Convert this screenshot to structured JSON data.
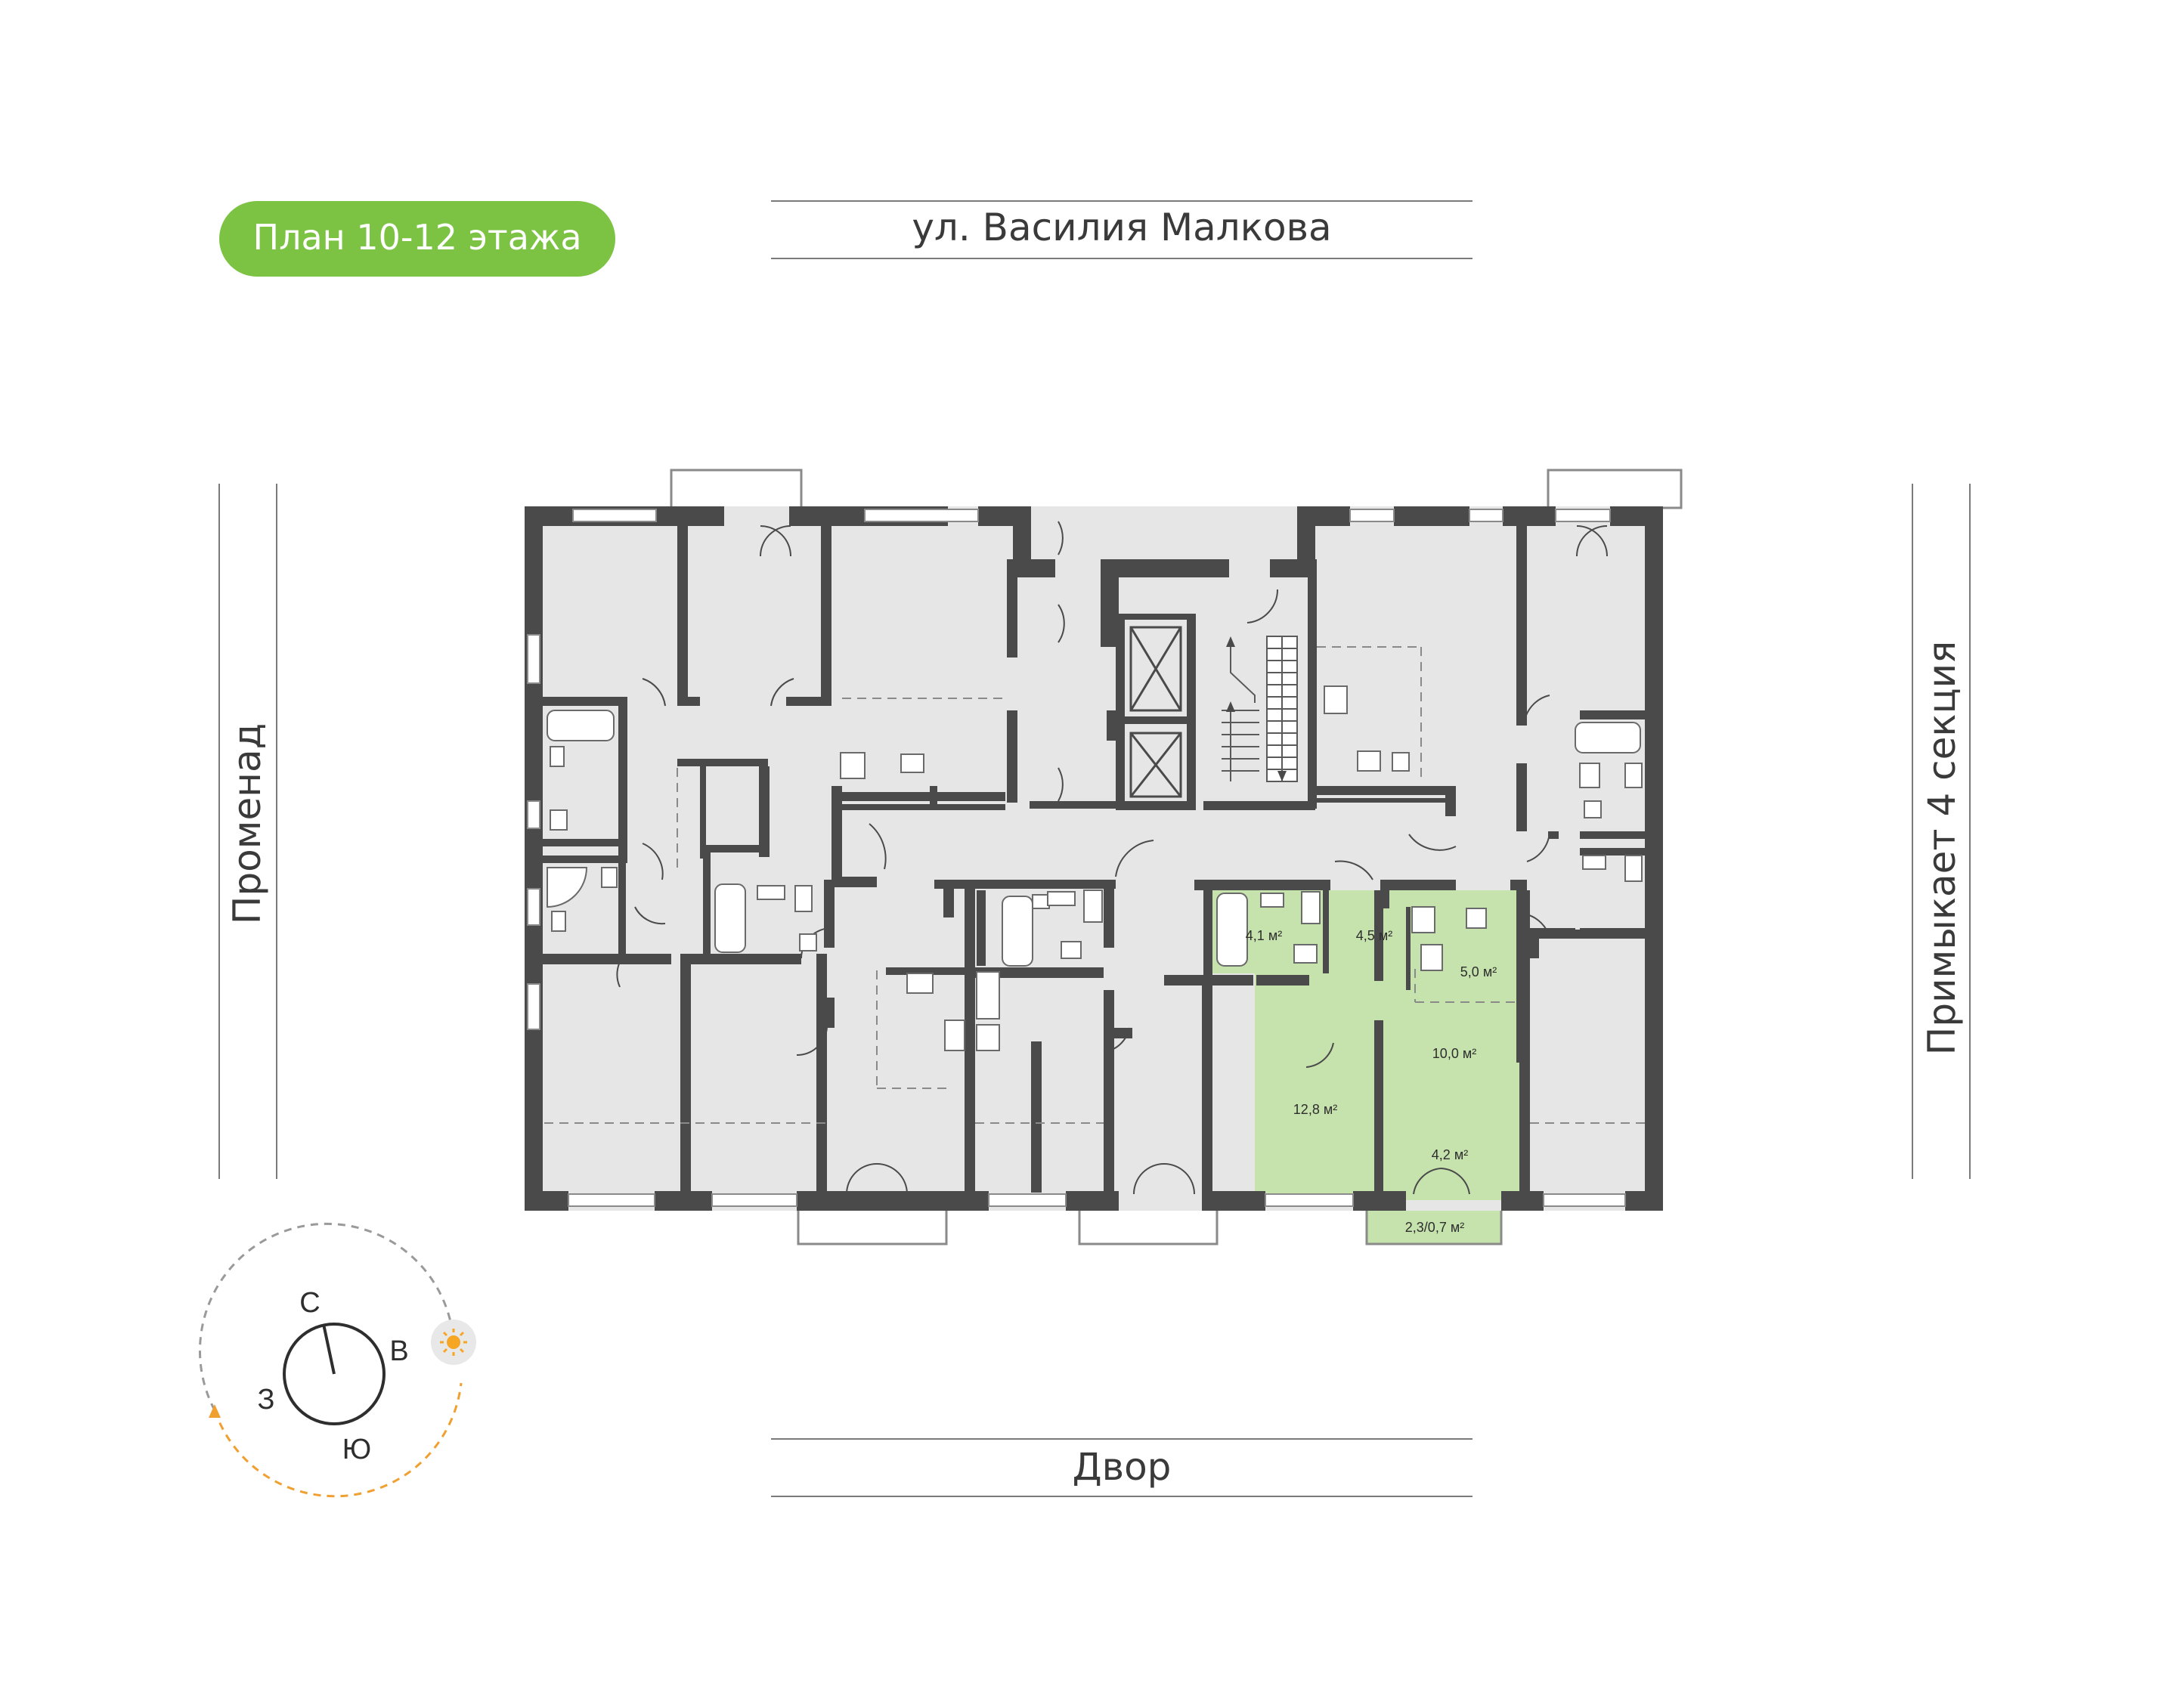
{
  "title": "План 10-12 этажа",
  "streets": {
    "top": "ул. Василия Малкова",
    "bottom": "Двор",
    "left": "Променад",
    "right": "Примыкает 4 секция"
  },
  "compass": {
    "north": "С",
    "east": "В",
    "south": "Ю",
    "west": "З"
  },
  "selected_apartment": {
    "rooms": [
      {
        "name": "bathroom",
        "area": "4,1 м²"
      },
      {
        "name": "hall",
        "area": "4,5 м²"
      },
      {
        "name": "kitchen",
        "area": "5,0 м²"
      },
      {
        "name": "living",
        "area": "10,0 м²"
      },
      {
        "name": "bedroom",
        "area": "12,8 м²"
      },
      {
        "name": "loggia-zone",
        "area": "4,2 м²"
      },
      {
        "name": "balcony",
        "area": "2,3/0,7 м²"
      }
    ]
  },
  "colors": {
    "accent": "#7cc243",
    "selected_fill": "#c6e2ad",
    "wall": "#4a4a4a",
    "room_fill": "#e6e6e6",
    "sun": "#f5a623",
    "sun_path": "#f0a030"
  }
}
